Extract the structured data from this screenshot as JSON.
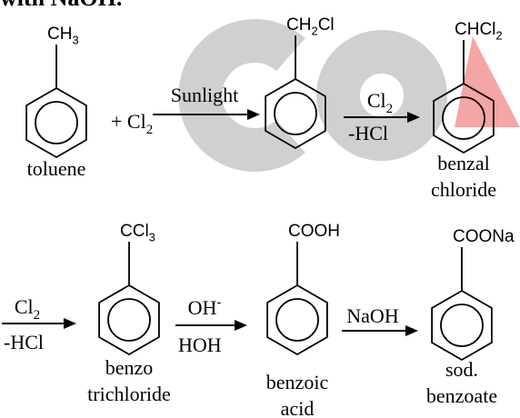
{
  "header_fragment": "with NaOH.",
  "watermark": {
    "text": "CO",
    "gray": "#d0d0d0",
    "red": "#f4a5a5"
  },
  "molecules": [
    {
      "substituent": "CH3",
      "name_lines": [
        "toluene"
      ]
    },
    {
      "substituent": "CH2Cl",
      "name_lines": []
    },
    {
      "substituent": "CHCl2",
      "name_lines": [
        "benzal",
        "chloride"
      ]
    },
    {
      "substituent": "CCl3",
      "name_lines": [
        "benzo",
        "trichloride"
      ]
    },
    {
      "substituent": "COOH",
      "name_lines": [
        "benzoic",
        "acid"
      ]
    },
    {
      "substituent": "COONa",
      "name_lines": [
        "sod.",
        "benzoate"
      ]
    }
  ],
  "reagents": {
    "plus_cl2": "+ Cl2",
    "arrow1_top": "Sunlight",
    "arrow2_top": "Cl2",
    "arrow2_bottom": "-HCl",
    "arrow3_top": "Cl2",
    "arrow3_bottom": "-HCl",
    "arrow4_top": "OH-",
    "arrow4_bottom": "HOH",
    "arrow5_top": "NaOH"
  }
}
